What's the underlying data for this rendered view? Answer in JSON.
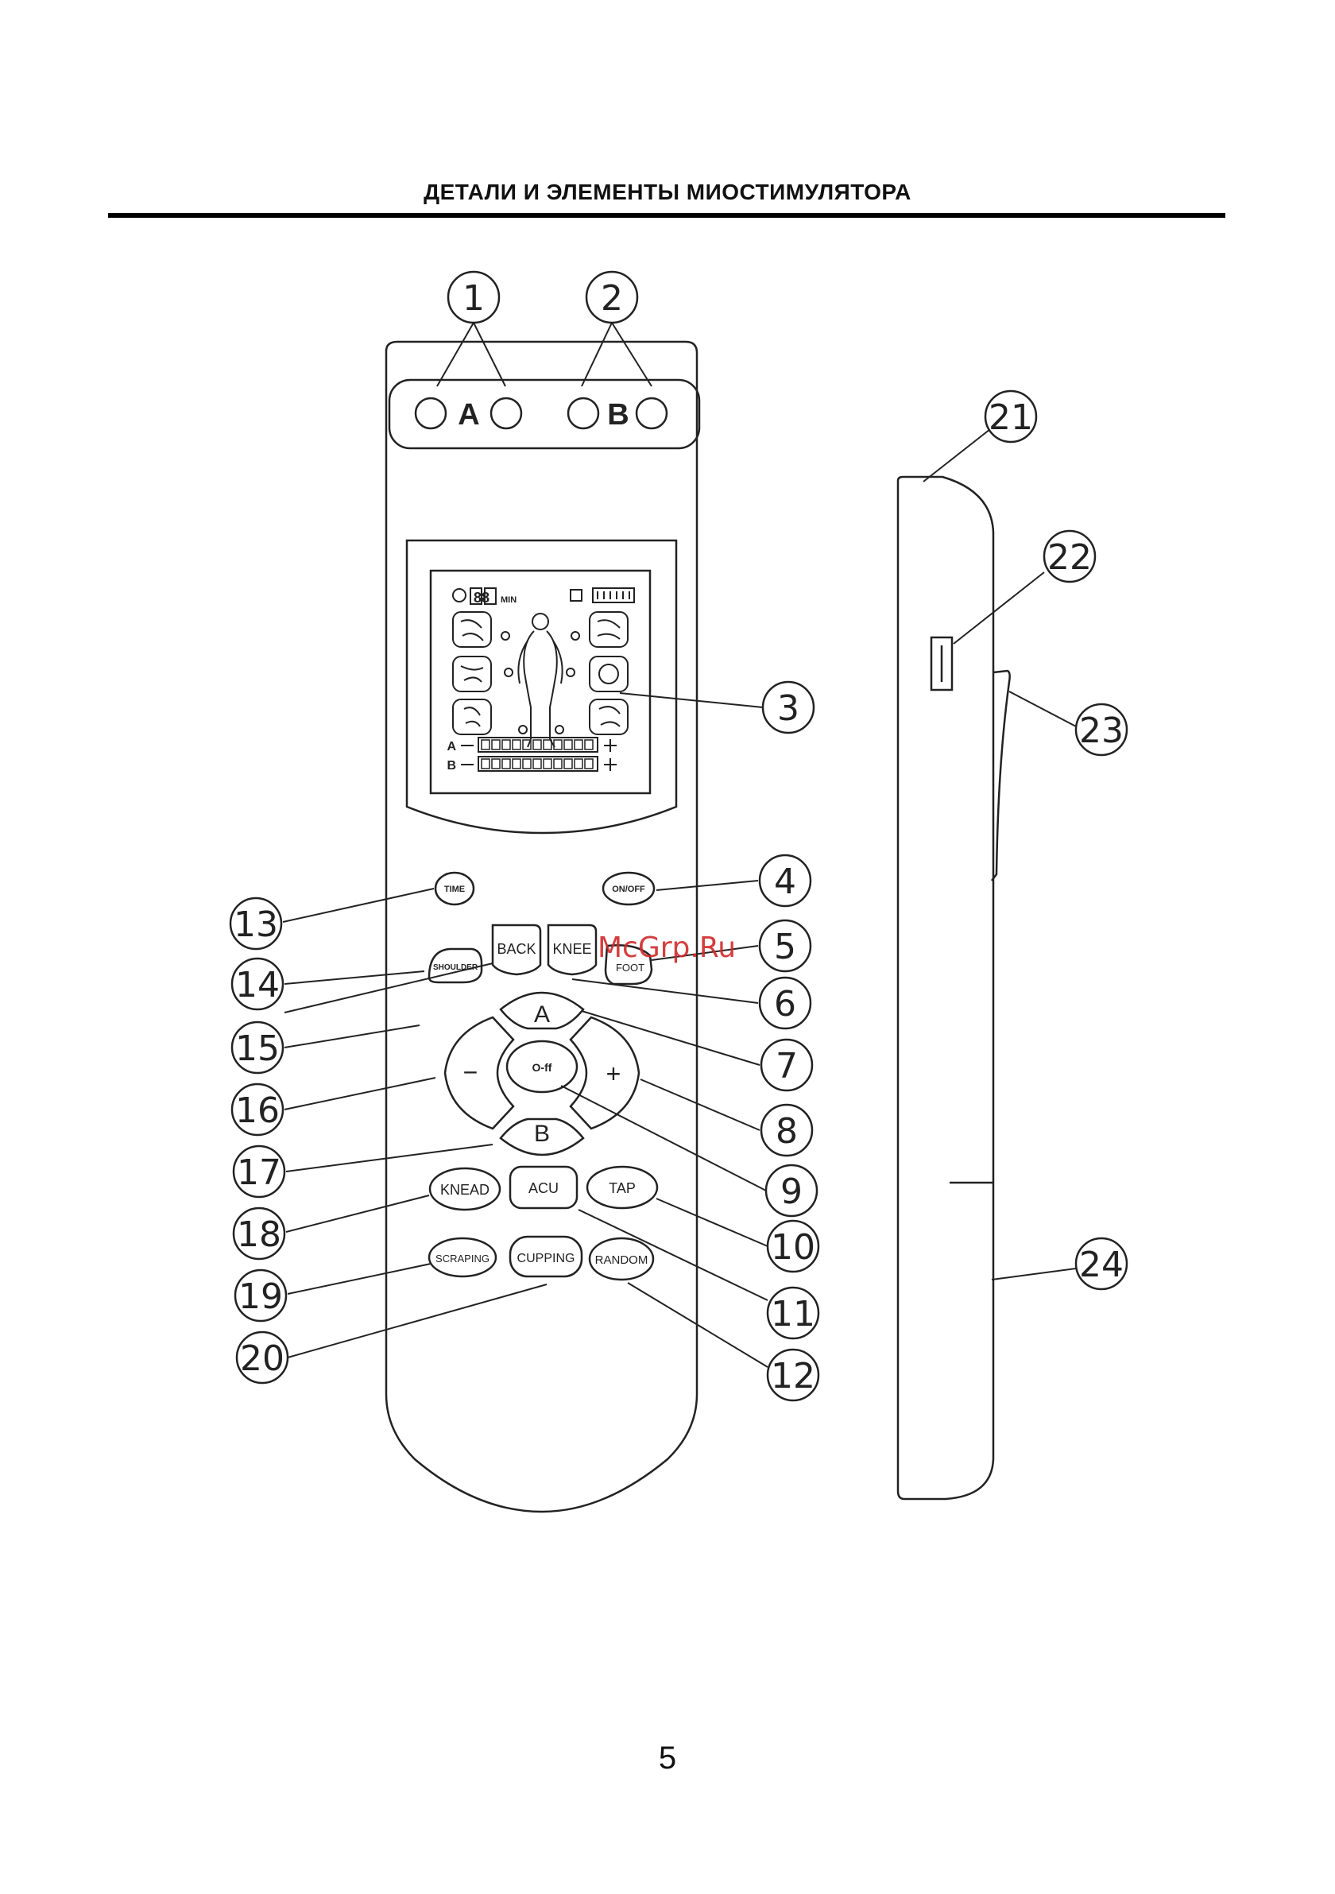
{
  "title": "ДЕТАЛИ И ЭЛЕМЕНТЫ МИОСТИМУЛЯТОРА",
  "page_number": "5",
  "watermark": "McGrp.Ru",
  "connector_labels": {
    "channel_a": "A",
    "channel_b": "B"
  },
  "lcd": {
    "timer_unit": "MIN",
    "timer_digits": "88",
    "channel_a_label": "A",
    "channel_b_label": "B"
  },
  "buttons": {
    "time": "TIME",
    "on_off": "ON/OFF",
    "shoulder": "SHOULDER",
    "back": "BACK",
    "knee": "KNEE",
    "foot": "FOOT",
    "a": "A",
    "b": "B",
    "minus": "−",
    "plus": "+",
    "lock": "O-ff",
    "knead": "KNEAD",
    "acu": "ACU",
    "tap": "TAP",
    "scraping": "SCRAPING",
    "cupping": "CUPPING",
    "random": "RANDOM"
  },
  "callouts": [
    "1",
    "2",
    "3",
    "4",
    "5",
    "6",
    "7",
    "8",
    "9",
    "10",
    "11",
    "12",
    "13",
    "14",
    "15",
    "16",
    "17",
    "18",
    "19",
    "20",
    "21",
    "22",
    "23",
    "24"
  ]
}
